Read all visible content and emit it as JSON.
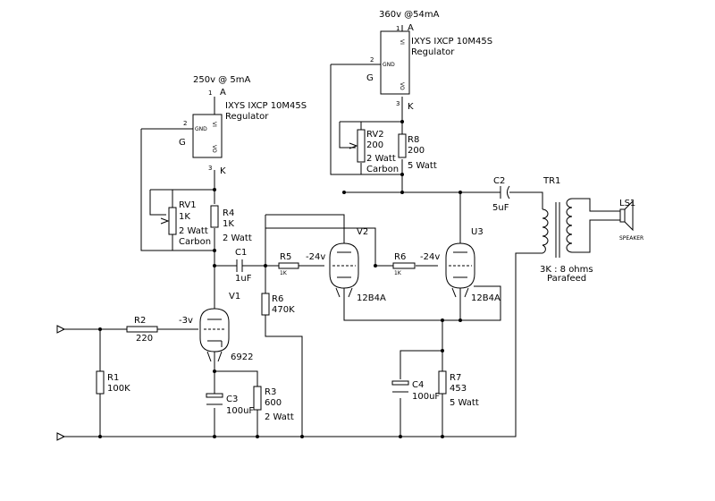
{
  "reg1": {
    "supply": "250v @ 5mA",
    "pin1": "1",
    "pin2": "2",
    "pin3": "3",
    "in": "A",
    "out": "K",
    "gnd_lbl": "G",
    "gnd_pin": "GND",
    "vi": "VI",
    "vo": "VO",
    "part": "IXYS IXCP 10M45S",
    "role": "Regulator"
  },
  "reg2": {
    "supply": "360v @54mA",
    "pin1": "1",
    "pin2": "2",
    "pin3": "3",
    "in": "A",
    "out": "K",
    "gnd_lbl": "G",
    "gnd_pin": "GND",
    "vi": "VI",
    "vo": "VO",
    "part": "IXYS IXCP 10M45S",
    "role": "Regulator"
  },
  "rv1": {
    "ref": "RV1",
    "value": "1K",
    "rating": "2 Watt",
    "type": "Carbon"
  },
  "r4": {
    "ref": "R4",
    "value": "1K",
    "rating": "2 Watt"
  },
  "rv2": {
    "ref": "RV2",
    "value": "200",
    "rating": "2 Watt",
    "type": "Carbon"
  },
  "r8": {
    "ref": "R8",
    "value": "200",
    "rating": "5 Watt"
  },
  "c1": {
    "ref": "C1",
    "value": "1uF"
  },
  "c2": {
    "ref": "C2",
    "value": "5uF"
  },
  "r5": {
    "ref": "R5",
    "value": "1K",
    "bias": "-24v"
  },
  "r6a": {
    "ref": "R6",
    "value": "1K",
    "bias": "-24v"
  },
  "v1": {
    "ref": "V1",
    "tube": "6922",
    "bias": "-3v"
  },
  "v2": {
    "ref": "V2",
    "tube": "12B4A"
  },
  "u3": {
    "ref": "U3",
    "tube": "12B4A"
  },
  "r2": {
    "ref": "R2",
    "value": "220"
  },
  "r1": {
    "ref": "R1",
    "value": "100K"
  },
  "r6b": {
    "ref": "R6",
    "value": "470K"
  },
  "c3": {
    "ref": "C3",
    "value": "100uF"
  },
  "r3": {
    "ref": "R3",
    "value": "600",
    "rating": "2 Watt"
  },
  "c4": {
    "ref": "C4",
    "value": "100uF"
  },
  "r7": {
    "ref": "R7",
    "value": "453",
    "rating": "5 Watt"
  },
  "tr1": {
    "ref": "TR1",
    "ratio": "3K : 8 ohms",
    "type": "Parafeed"
  },
  "ls1": {
    "ref": "LS1",
    "label": "SPEAKER"
  }
}
